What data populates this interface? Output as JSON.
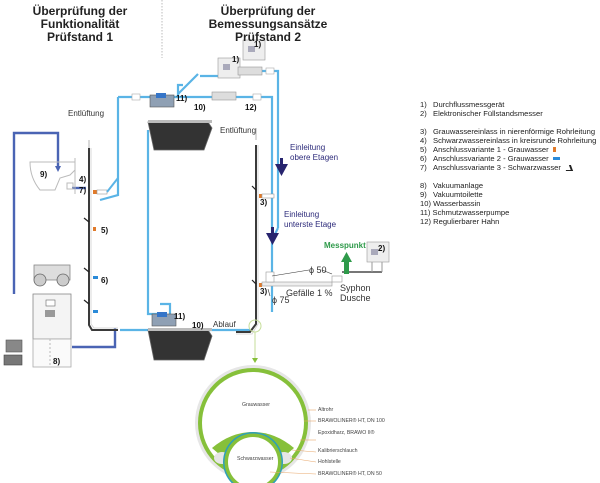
{
  "titles": {
    "left": [
      "Überprüfung der Funktionalität",
      "Prüfstand 1"
    ],
    "right": [
      "Überprüfung der Bemessungsansätze",
      "Prüfstand 2"
    ]
  },
  "labels": {
    "ventilation_left": "Entlüftung",
    "ventilation_right": "Entlüftung",
    "inflow_upper": [
      "Einleitung",
      "obere Etagen"
    ],
    "inflow_lowest": [
      "Einleitung",
      "unterste Etage"
    ],
    "measuring_point": "Messpunkt",
    "diameter_50": "ϕ 50",
    "diameter_75": "ϕ 75",
    "slope": "Gefälle 1 %",
    "syphon": [
      "Syphon",
      "Dusche"
    ],
    "outlet": "Ablauf"
  },
  "markers": {
    "m1a": "1)",
    "m1b": "1)",
    "m2": "2)",
    "m3a": "3)",
    "m3b": "3)",
    "m4": "4)",
    "m5": "5)",
    "m6": "6)",
    "m7": "7)",
    "m8": "8)",
    "m9": "9)",
    "m10a": "10)",
    "m10b": "10)",
    "m11a": "11)",
    "m11b": "11)",
    "m12": "12)"
  },
  "legend": {
    "group1": [
      {
        "n": "1)",
        "text": "Durchflussmessgerät"
      },
      {
        "n": "2)",
        "text": "Elektronischer Füllstandsmesser"
      }
    ],
    "group2": [
      {
        "n": "3)",
        "text": "Grauwassereinlass in nierenförmige Rohrleitung",
        "symbol": ""
      },
      {
        "n": "4)",
        "text": "Schwarzwassereinlass in kreisrunde Rohrleitung",
        "symbol": ""
      },
      {
        "n": "5)",
        "text": "Anschlussvariante 1 - Grauwasser",
        "symbol": "orange-square"
      },
      {
        "n": "6)",
        "text": "Anschlussvariante 2 - Grauwasser",
        "symbol": "blue-connector"
      },
      {
        "n": "7)",
        "text": "Anschlussvariante 3 - Schwarzwasser",
        "symbol": "black-bend"
      }
    ],
    "group3": [
      {
        "n": "8)",
        "text": "Vakuumanlage"
      },
      {
        "n": "9)",
        "text": "Vakuumtoilette"
      },
      {
        "n": "10)",
        "text": "Wasserbassin"
      },
      {
        "n": "11)",
        "text": "Schmutzwasserpumpe"
      },
      {
        "n": "12)",
        "text": "Regulierbarer Hahn"
      }
    ]
  },
  "cross_section": {
    "inner_upper": "Grauwasser",
    "inner_lower": "Schwarzwasser",
    "callouts": [
      "Altrohr",
      "BRAWOLINER® HT, DN 100",
      "Epoxidharz, BRAWO II®",
      "Kalibrierschlauch",
      "Hohlstelle",
      "BRAWOLINER® HT, DN 50"
    ]
  },
  "colors": {
    "water_pipe": "#5ab4e6",
    "vacuum_pipe": "#4a64b4",
    "stack_pipe": "#3a3a3a",
    "arrow_navy": "#27246e",
    "measure_green": "#2e9a4a",
    "liner_green": "#86c03a",
    "variant1_orange": "#e07a2a"
  }
}
